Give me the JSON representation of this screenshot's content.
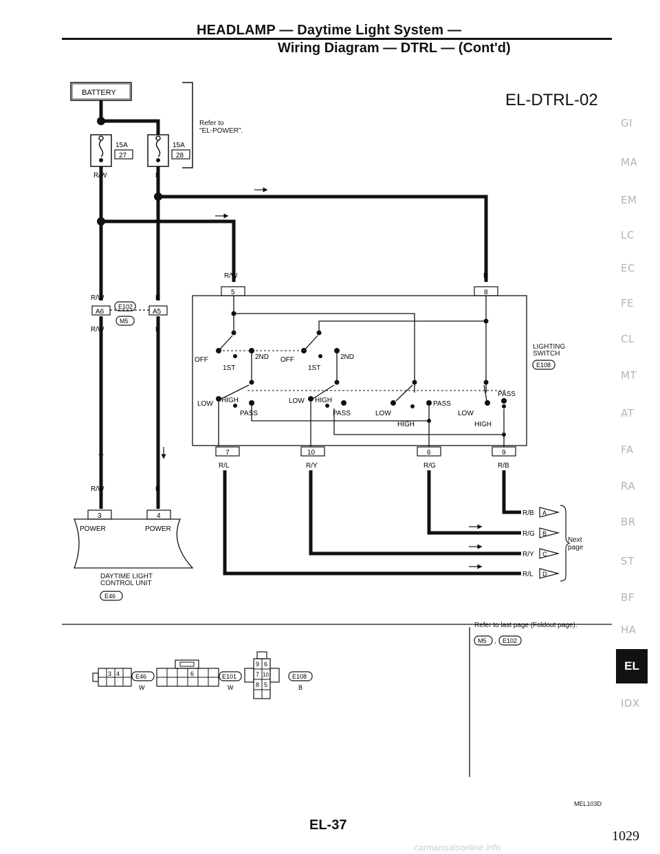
{
  "header": {
    "title": "HEADLAMP — Daytime Light System —",
    "subtitle": "Wiring Diagram — DTRL — (Cont'd)"
  },
  "diagram_code": "EL-DTRL-02",
  "side_tabs": [
    "GI",
    "MA",
    "EM",
    "LC",
    "EC",
    "FE",
    "CL",
    "MT",
    "AT",
    "FA",
    "RA",
    "BR",
    "ST",
    "BF",
    "HA",
    "EL",
    "IDX"
  ],
  "active_tab": "EL",
  "battery": {
    "label": "BATTERY",
    "ref_line1": "Refer to",
    "ref_line2": "\"EL-POWER\"."
  },
  "fuses": [
    {
      "amp": "15A",
      "num": "27",
      "wire": "R/W"
    },
    {
      "amp": "15A",
      "num": "28",
      "wire": "R"
    }
  ],
  "connectors_mid": {
    "left_wire_top": "R/W",
    "left_pin": "A6",
    "left_wire_bot": "R/W",
    "conn1": "E102",
    "conn2": "M5",
    "right_wire_top": "R",
    "right_pin": "A5",
    "right_wire_bot": "R"
  },
  "control_unit": {
    "wire_left": "R/W",
    "wire_right": "R",
    "pin_left": "3",
    "pin_right": "4",
    "label_left": "POWER",
    "label_right": "POWER",
    "name_line1": "DAYTIME LIGHT",
    "name_line2": "CONTROL UNIT",
    "conn": "E46"
  },
  "switch": {
    "wire_in_left": "R/W",
    "pin_in_left": "5",
    "wire_in_right": "R",
    "pin_in_right": "8",
    "labels": {
      "off": "OFF",
      "second": "2ND",
      "first": "1ST",
      "low": "LOW",
      "high": "HIGH",
      "pass": "PASS"
    },
    "name_line1": "LIGHTING",
    "name_line2": "SWITCH",
    "conn": "E108",
    "out_pins": [
      "7",
      "10",
      "6",
      "9"
    ],
    "out_wires": [
      "R/L",
      "R/Y",
      "R/G",
      "R/B"
    ]
  },
  "next_page": {
    "rows": [
      {
        "wire": "R/B",
        "letter": "A"
      },
      {
        "wire": "R/G",
        "letter": "B"
      },
      {
        "wire": "R/Y",
        "letter": "C"
      },
      {
        "wire": "R/L",
        "letter": "D"
      }
    ],
    "line1": "Next",
    "line2": "page"
  },
  "footer_connectors": [
    {
      "code": "E46",
      "color": "W",
      "pins": [
        "3",
        "4"
      ]
    },
    {
      "code": "E101",
      "color": "W",
      "pins": [
        "6"
      ]
    },
    {
      "code": "E108",
      "color": "B",
      "pins": [
        "9",
        "6",
        "7",
        "10",
        "8",
        "5"
      ]
    }
  ],
  "ref_last": {
    "text": "Refer to last page (Foldout page).",
    "conns": [
      "M5",
      "E102"
    ]
  },
  "page_label": "EL-37",
  "ref_code": "MEL103D",
  "page_number": "1029",
  "watermark": "carmanualsonline.info"
}
